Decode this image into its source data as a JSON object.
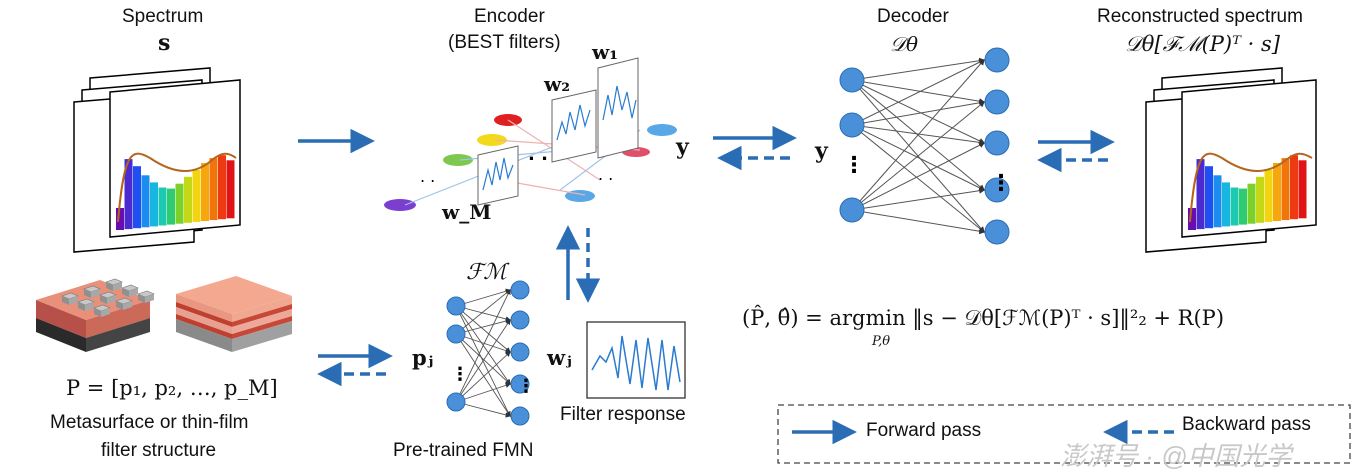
{
  "titles": {
    "spectrum": "Spectrum",
    "spectrum_symbol": "s",
    "encoder_line1": "Encoder",
    "encoder_line2": "(BEST filters)",
    "decoder": "Decoder",
    "decoder_symbol": "𝒟θ",
    "reconstructed": "Reconstructed spectrum",
    "reconstructed_symbol": "𝒟θ[ℱℳ(P)ᵀ · s]"
  },
  "encoder": {
    "w1": "w₁",
    "w2": "w₂",
    "wM": "w_M",
    "y": "y"
  },
  "decoder_input": "y",
  "fmn": {
    "symbol": "ℱℳ",
    "pj": "pⱼ",
    "wj": "wⱼ",
    "filter_response": "Filter response",
    "caption": "Pre-trained FMN"
  },
  "structure": {
    "P_eq": "P = [p₁, p₂, …, p_M]",
    "caption_line1": "Metasurface or thin-film",
    "caption_line2": "filter structure"
  },
  "equation": "(P̂, θ̂) = argmin ‖s − 𝒟θ[ℱℳ(P)ᵀ · s]‖²₂ + R(P)",
  "equation_sub": "P,θ",
  "legend": {
    "forward": "Forward pass",
    "backward": "Backward pass"
  },
  "watermark": "澎湃号 · @中国光学",
  "colors": {
    "arrow": "#2a6db5",
    "node": "#4a90d9",
    "node_stroke": "#2a6db5",
    "spectrum_curve": "#b5651d"
  },
  "spectrum_bars": [
    "#6a0dad",
    "#4b2bd0",
    "#1f4ff0",
    "#1d8cf0",
    "#18b5e0",
    "#1dc9b0",
    "#2ecc71",
    "#7bd12a",
    "#c5d815",
    "#f0d50f",
    "#f5a70d",
    "#f2750b",
    "#ee3a10",
    "#e01414"
  ]
}
